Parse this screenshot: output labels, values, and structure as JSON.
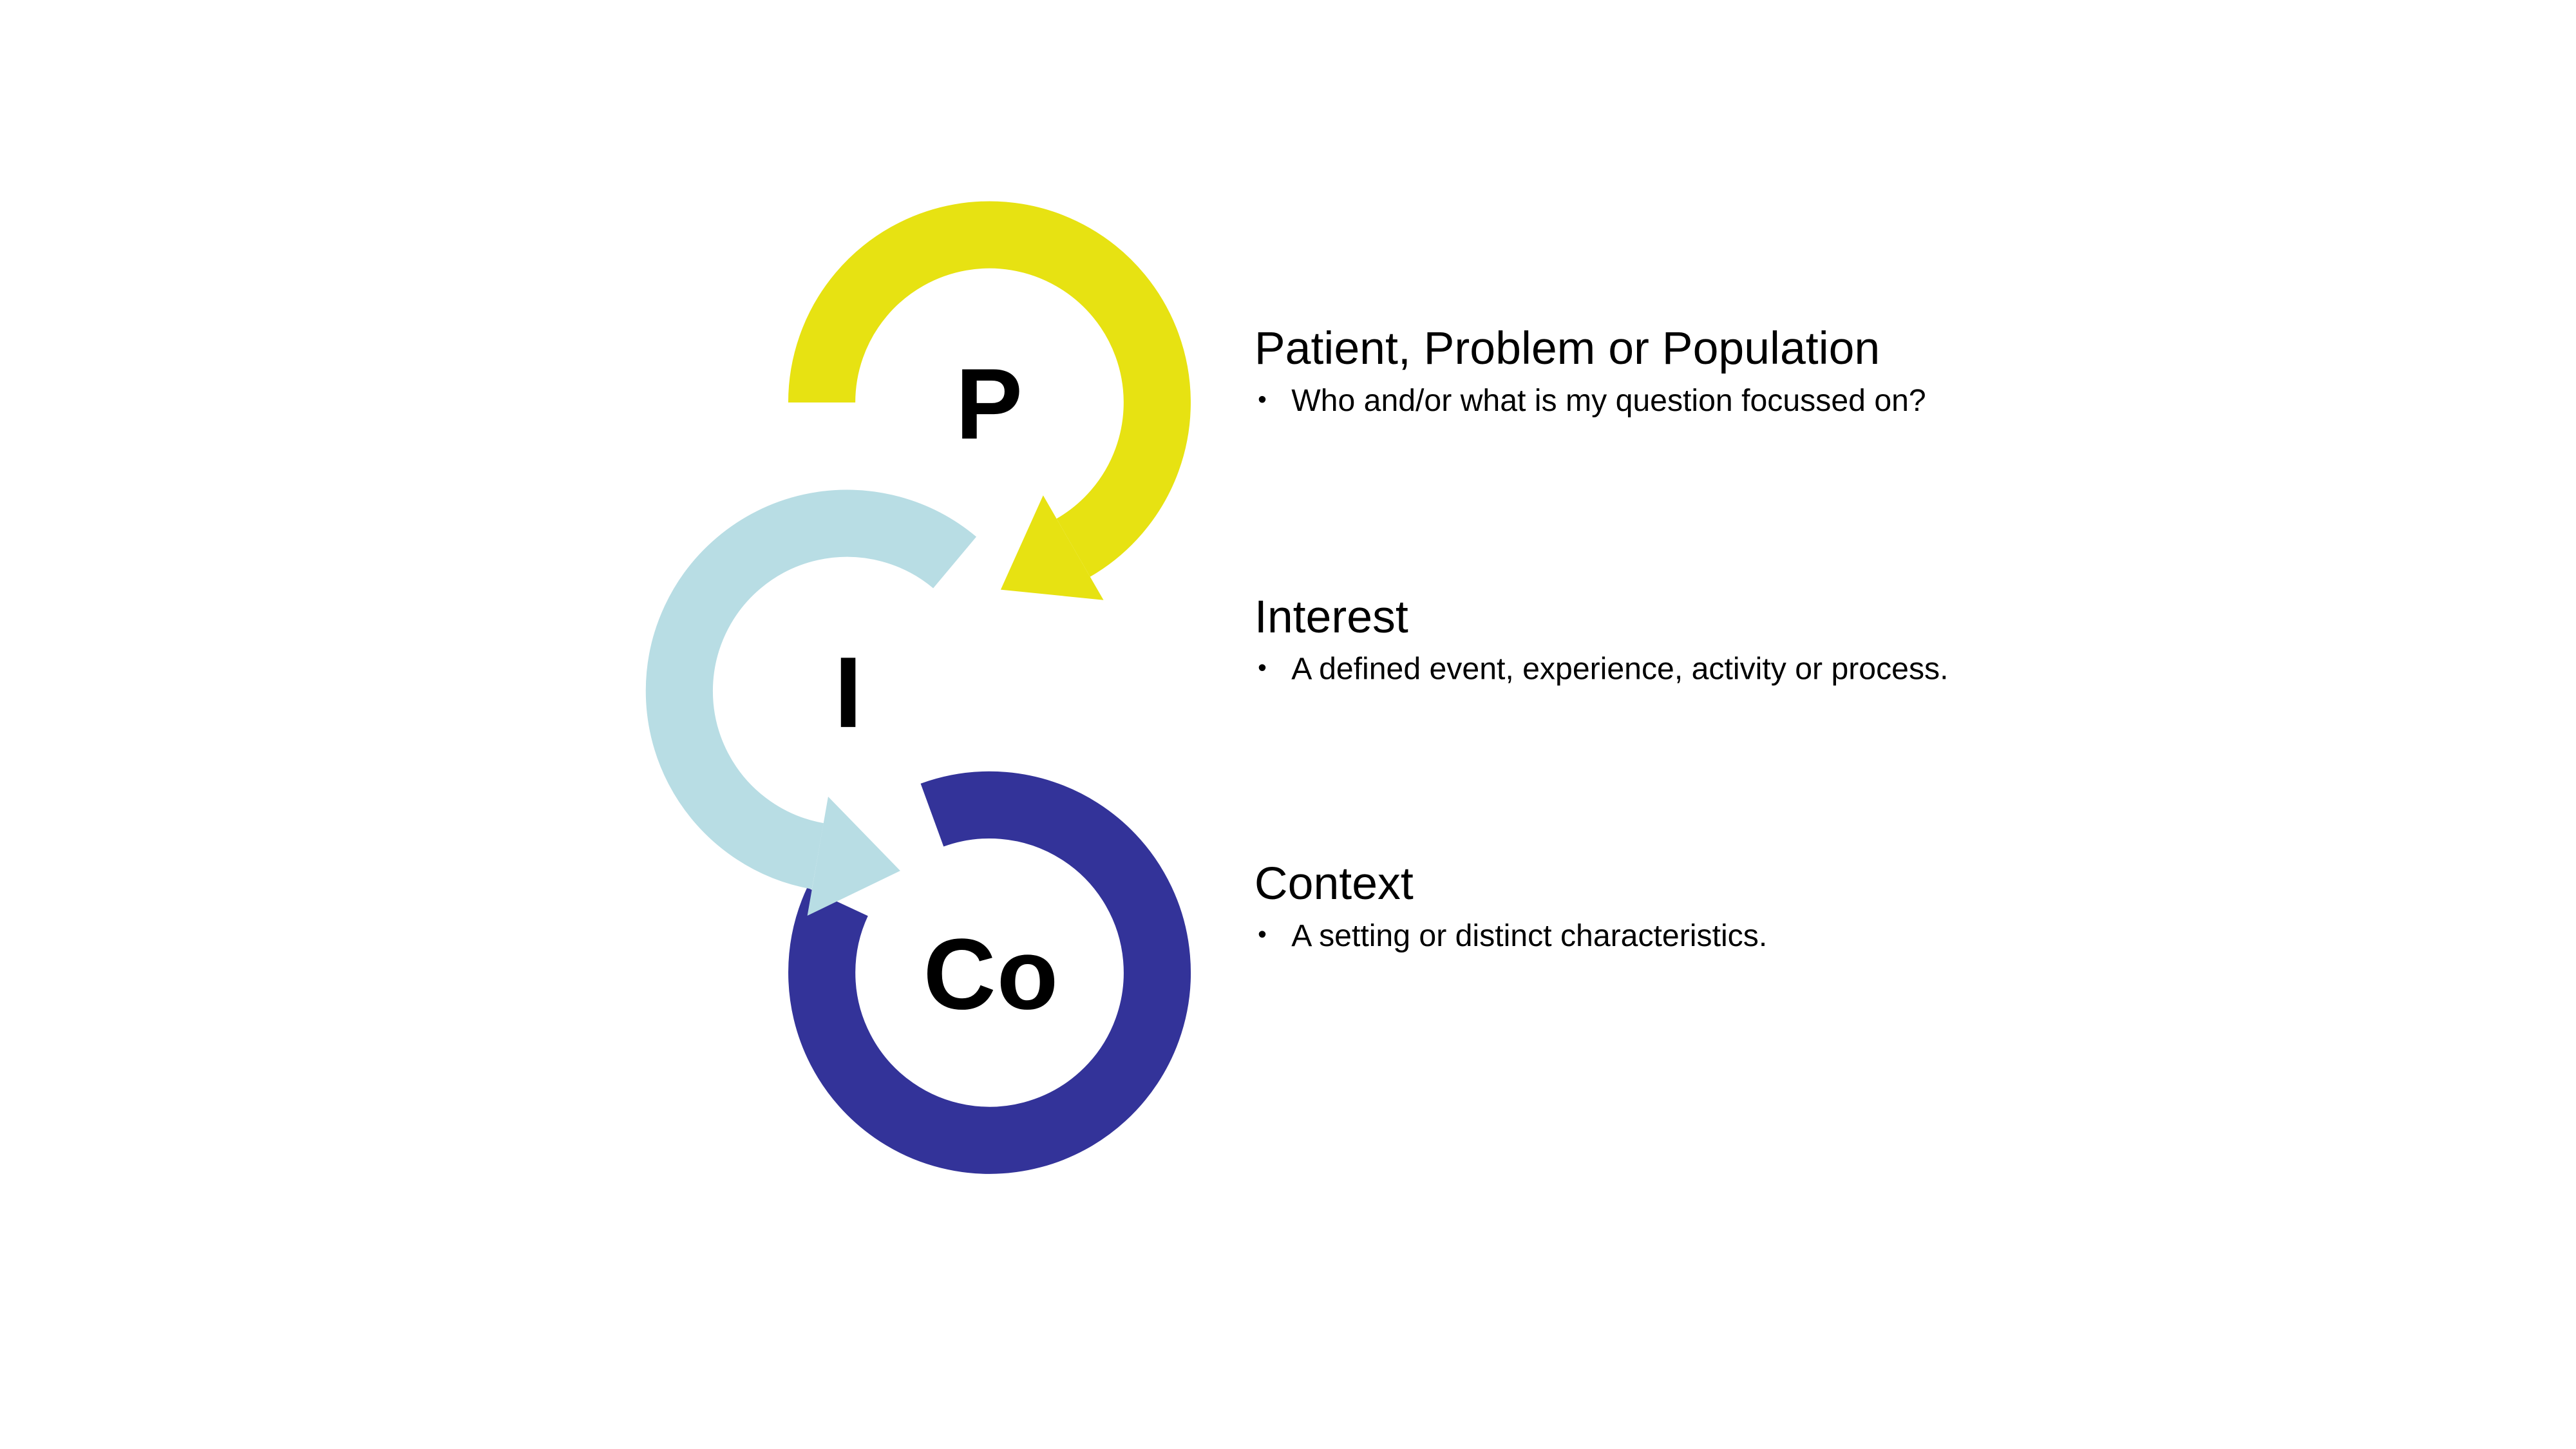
{
  "colors": {
    "p_yellow": "#E7E212",
    "i_light_blue": "#B8DDE4",
    "co_dark_blue": "#333399",
    "text": "#000000"
  },
  "bullet_glyph": "•",
  "items": [
    {
      "letter": "P",
      "heading": "Patient, Problem or Population",
      "bullet": "Who and/or what is my question focussed on?"
    },
    {
      "letter": "I",
      "heading": "Interest",
      "bullet": "A defined event, experience, activity or process."
    },
    {
      "letter": "Co",
      "heading": "Context",
      "bullet": "A setting or distinct characteristics."
    }
  ]
}
